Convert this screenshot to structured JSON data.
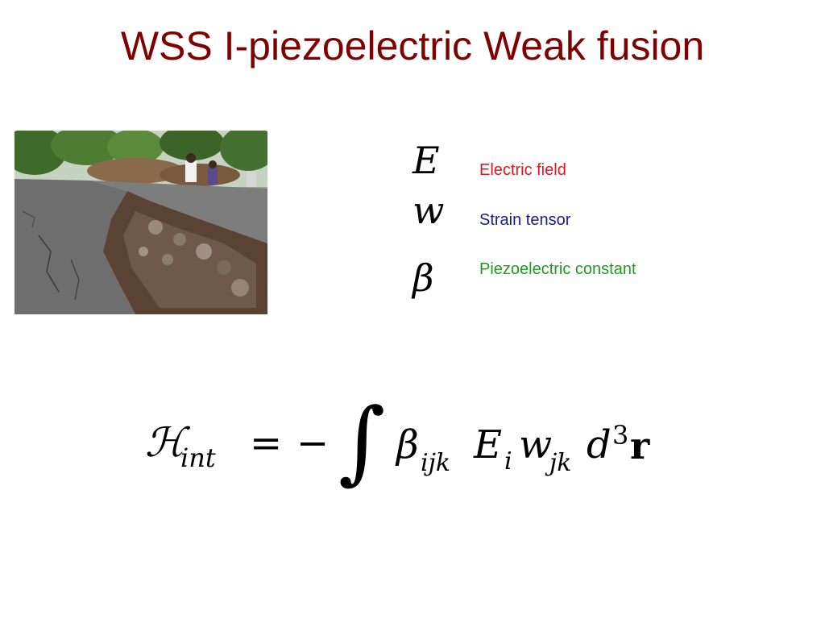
{
  "slide": {
    "title": "WSS I-piezoelectric Weak fusion"
  },
  "legend": [
    {
      "symbol": "E",
      "label": "Electric field",
      "color": "#e8141c"
    },
    {
      "symbol": "w",
      "label": "Strain tensor",
      "color": "#1a1a8c"
    },
    {
      "symbol": "β",
      "label": "Piezoelectric constant",
      "color": "#1f9a1f"
    }
  ],
  "equation": {
    "lhs_symbol": "ℋ",
    "lhs_subscript": "int",
    "equals": "=",
    "minus": "−",
    "integral": "∫",
    "beta": "β",
    "beta_subscript": "ijk",
    "E": "E",
    "E_subscript": "i",
    "w": "w",
    "w_subscript": "jk",
    "d": "d",
    "d_superscript": "3",
    "r": "r"
  }
}
